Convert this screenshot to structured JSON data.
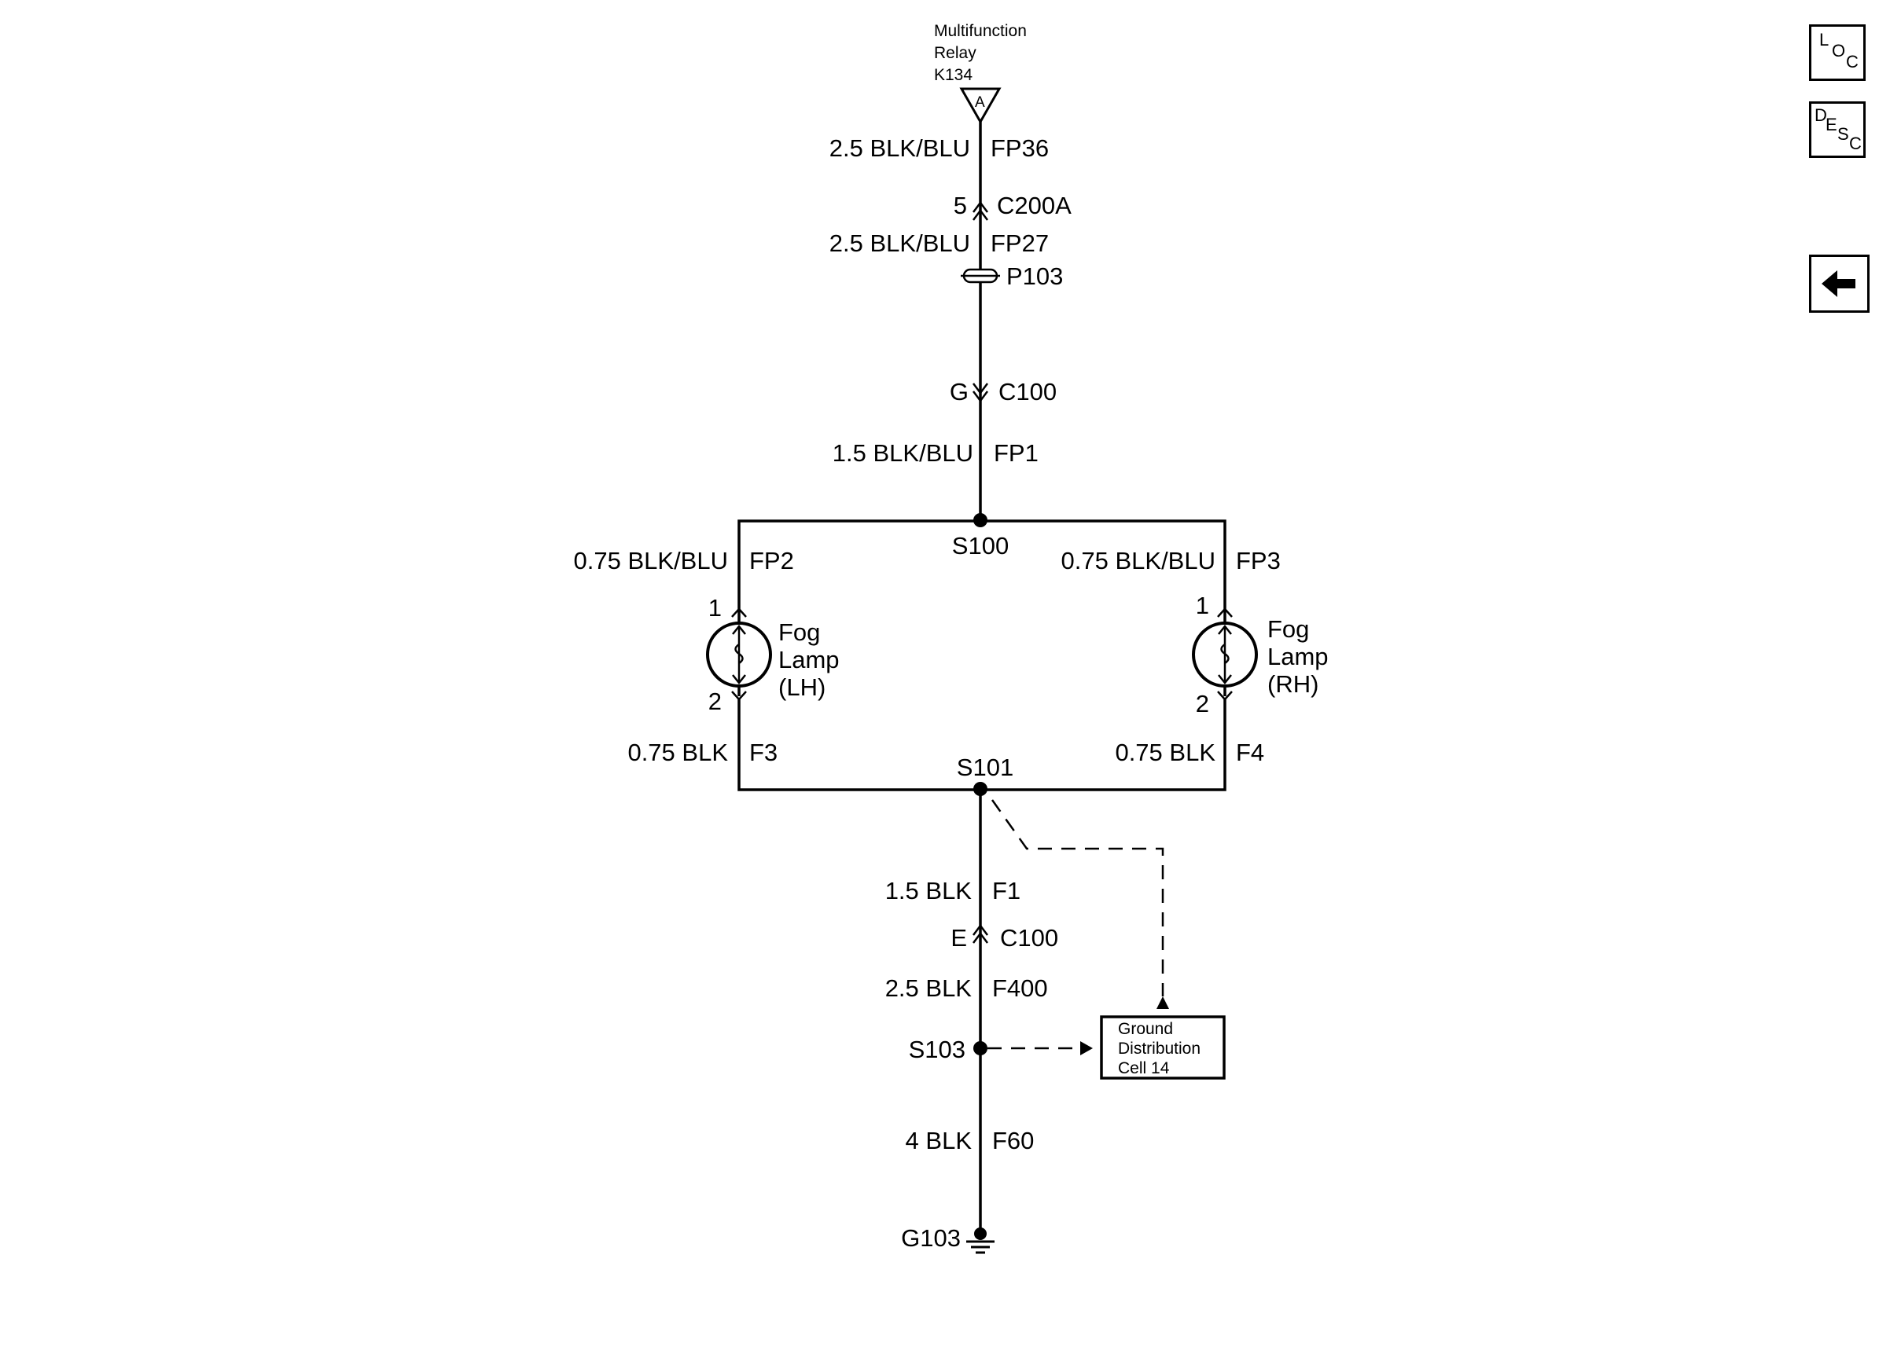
{
  "relay": {
    "line1": "Multifunction",
    "line2": "Relay",
    "line3": "K134",
    "pin": "A"
  },
  "wires": {
    "fp36": {
      "size": "2.5 BLK/BLU",
      "circuit": "FP36"
    },
    "fp27": {
      "size": "2.5 BLK/BLU",
      "circuit": "FP27"
    },
    "fp1": {
      "size": "1.5 BLK/BLU",
      "circuit": "FP1"
    },
    "fp2": {
      "size": "0.75 BLK/BLU",
      "circuit": "FP2"
    },
    "fp3": {
      "size": "0.75 BLK/BLU",
      "circuit": "FP3"
    },
    "f3": {
      "size": "0.75 BLK",
      "circuit": "F3"
    },
    "f4": {
      "size": "0.75 BLK",
      "circuit": "F4"
    },
    "f1": {
      "size": "1.5 BLK",
      "circuit": "F1"
    },
    "f400": {
      "size": "2.5 BLK",
      "circuit": "F400"
    },
    "f60": {
      "size": "4 BLK",
      "circuit": "F60"
    }
  },
  "connectors": {
    "c200a": {
      "pin": "5",
      "name": "C200A"
    },
    "p103": {
      "name": "P103"
    },
    "c100_top": {
      "pin": "G",
      "name": "C100"
    },
    "c100_bottom": {
      "pin": "E",
      "name": "C100"
    }
  },
  "splices": {
    "s100": "S100",
    "s101": "S101",
    "s103": "S103"
  },
  "lamp_lh": {
    "line1": "Fog",
    "line2": "Lamp",
    "line3": "(LH)",
    "pin_top": "1",
    "pin_bottom": "2"
  },
  "lamp_rh": {
    "line1": "Fog",
    "line2": "Lamp",
    "line3": "(RH)",
    "pin_top": "1",
    "pin_bottom": "2"
  },
  "ground_box": {
    "line1": "Ground",
    "line2": "Distribution",
    "line3": "Cell 14"
  },
  "ground": {
    "name": "G103"
  },
  "nav": {
    "loc": {
      "l": "L",
      "o": "O",
      "c": "C"
    },
    "desc": {
      "d": "D",
      "e": "E",
      "s": "S",
      "c": "C"
    },
    "back_icon": "left-arrow-icon"
  }
}
